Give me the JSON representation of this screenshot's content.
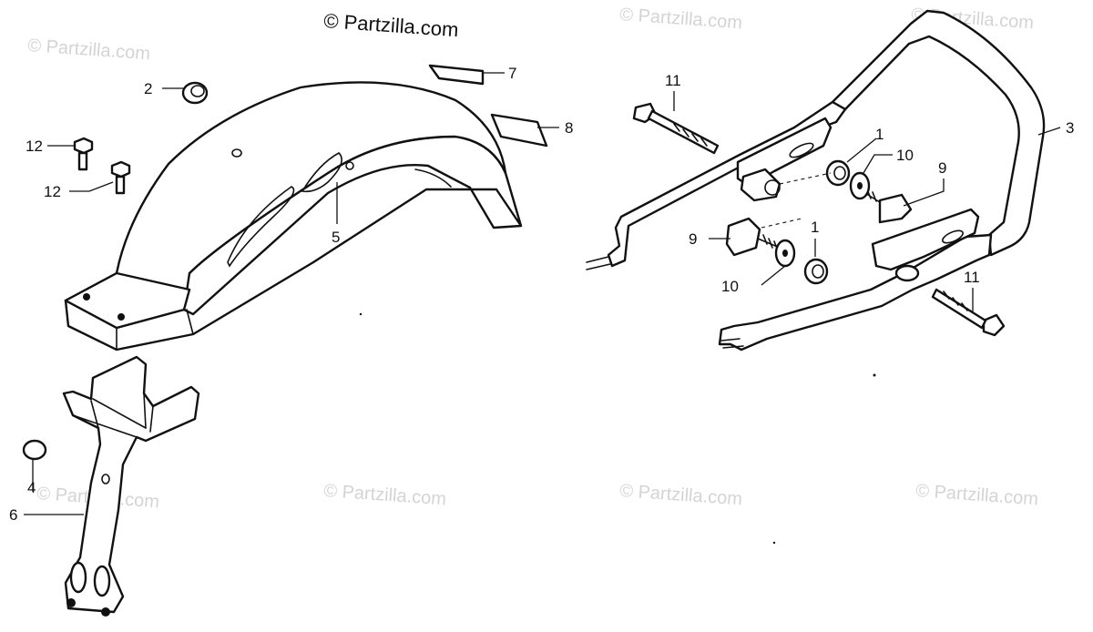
{
  "copyright": "© Partzilla.com",
  "watermark": "© Partzilla.com",
  "callouts": {
    "c1a": "1",
    "c1b": "1",
    "c2": "2",
    "c3": "3",
    "c4": "4",
    "c5": "5",
    "c6": "6",
    "c7": "7",
    "c8": "8",
    "c9a": "9",
    "c9b": "9",
    "c10a": "10",
    "c10b": "10",
    "c11a": "11",
    "c11b": "11",
    "c12a": "12",
    "c12b": "12"
  }
}
